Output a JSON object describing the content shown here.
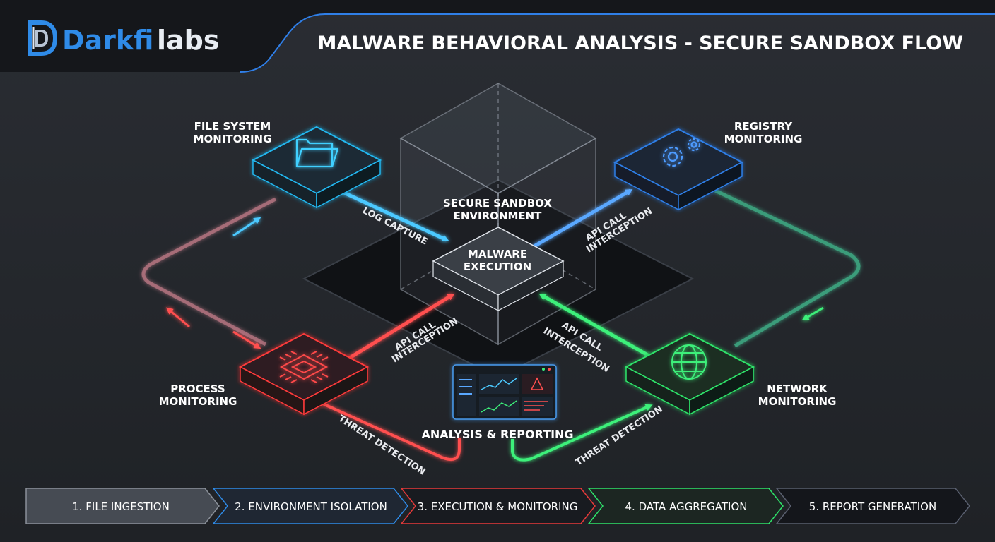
{
  "brand": {
    "prefix": "Darkfi",
    "suffix": "labs"
  },
  "title": "MALWARE BEHAVIORAL ANALYSIS - SECURE SANDBOX FLOW",
  "sandbox": {
    "label_line1": "SECURE SANDBOX",
    "label_line2": "ENVIRONMENT"
  },
  "center": {
    "line1": "MALWARE",
    "line2": "EXECUTION"
  },
  "nodes": {
    "file_system": {
      "line1": "FILE SYSTEM",
      "line2": "MONITORING",
      "icon": "folder-icon",
      "color": "#22b8f0"
    },
    "registry": {
      "line1": "REGISTRY",
      "line2": "MONITORING",
      "icon": "gears-icon",
      "color": "#2f7fe8"
    },
    "process": {
      "line1": "PROCESS",
      "line2": "MONITORING",
      "icon": "cpu-chip-icon",
      "color": "#ff3b3b"
    },
    "network": {
      "line1": "NETWORK",
      "line2": "MONITORING",
      "icon": "globe-icon",
      "color": "#2ee36a"
    },
    "reporting": {
      "label": "ANALYSIS & REPORTING",
      "icon": "dashboard-icon"
    }
  },
  "flow_labels": {
    "log_capture": "LOG CAPTURE",
    "api_call_registry": {
      "line1": "API CALL",
      "line2": "INTERCEPTION"
    },
    "api_call_process": {
      "line1": "API CALL",
      "line2": "INTERCEPTION"
    },
    "api_call_network": {
      "line1": "API CALL",
      "line2": "INTERCEPTION"
    },
    "threat_detection_left": "THREAT DETECTION",
    "threat_detection_right": "THREAT DETECTION"
  },
  "steps": [
    {
      "label": "1. FILE INGESTION",
      "color": "#8a9099"
    },
    {
      "label": "2. ENVIRONMENT ISOLATION",
      "color": "#2f8be8"
    },
    {
      "label": "3. EXECUTION & MONITORING",
      "color": "#e83a3a"
    },
    {
      "label": "4. DATA AGGREGATION",
      "color": "#2ee36a"
    },
    {
      "label": "5. REPORT GENERATION",
      "color": "#5a6070"
    }
  ]
}
